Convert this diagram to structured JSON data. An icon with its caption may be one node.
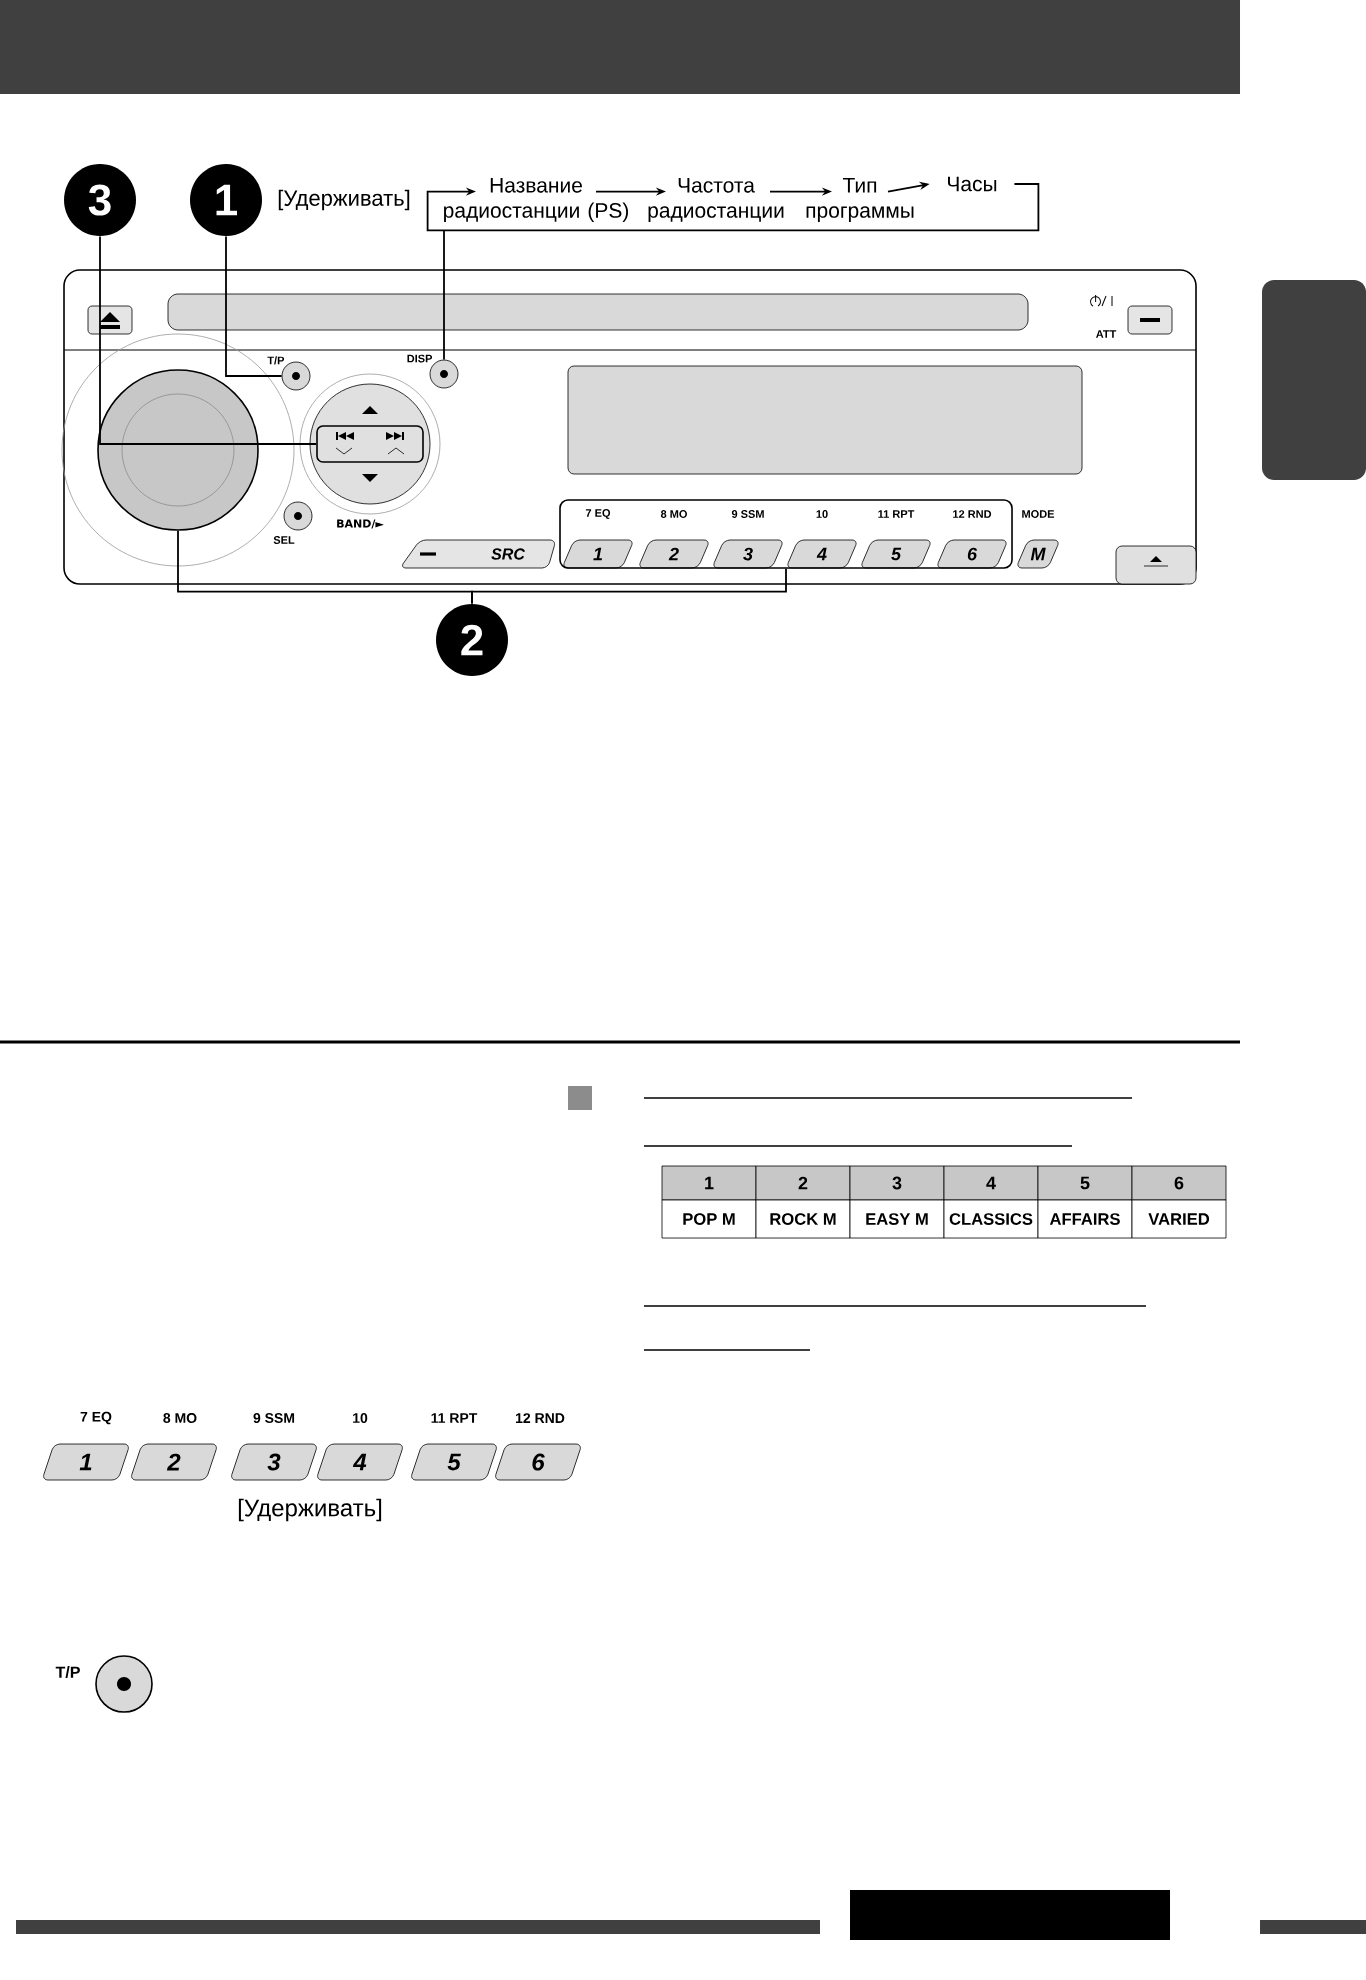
{
  "diagram": {
    "nodes": [
      {
        "text": [
          "3"
        ]
      },
      {
        "text": [
          "1"
        ]
      },
      {
        "text": [
          "2"
        ]
      },
      {
        "text": [
          "Название радиостанции (PS)"
        ]
      },
      {
        "text": [
          "Частота радиостанции"
        ]
      },
      {
        "text": [
          "Тип программы"
        ]
      },
      {
        "text": [
          "Часы"
        ]
      },
      {
        "text": [
          "T/P"
        ]
      },
      {
        "text": [
          "DISP"
        ]
      },
      {
        "text": [],
        "shape": "circle"
      },
      {
        "text": [],
        "shape": "box"
      },
      {
        "text": [],
        "shape": "box"
      },
      {
        "text": [],
        "shape": "circle"
      },
      {
        "text": [],
        "shape": "box"
      }
    ],
    "edges": [
      {
        "from": 3,
        "to": 4,
        "arrow": "to"
      },
      {
        "from": 4,
        "to": 5,
        "arrow": "to"
      },
      {
        "from": 5,
        "to": 6,
        "arrow": "to"
      },
      {
        "from": 6,
        "to": 3,
        "arrow": "to"
      },
      {
        "from": 3,
        "to": 8,
        "arrow": "none"
      },
      {
        "from": 1,
        "to": 7,
        "arrow": "none"
      },
      {
        "from": 0,
        "to": 10,
        "arrow": "none"
      },
      {
        "from": 2,
        "to": 9,
        "arrow": "none"
      },
      {
        "from": 2,
        "to": 11,
        "arrow": "none"
      }
    ],
    "labels": [
      "[Удерживать]",
      "ATT",
      "7 EQ",
      "8 MO",
      "9 SSM",
      "10",
      "11 RPT",
      "12 RND",
      "MODE",
      "SEL",
      "BAND/►",
      "SRC",
      "1",
      "2",
      "3",
      "4",
      "5",
      "6",
      "M",
      "1",
      "2",
      "3",
      "4",
      "5",
      "6",
      "POP M",
      "ROCK M",
      "EASY M",
      "CLASSICS",
      "AFFAIRS",
      "VARIED",
      "7 EQ",
      "8 MO",
      "9 SSM",
      "10",
      "11 RPT",
      "12 RND",
      "1",
      "2",
      "3",
      "4",
      "5",
      "6",
      "[Удерживать]",
      "T/P"
    ]
  }
}
